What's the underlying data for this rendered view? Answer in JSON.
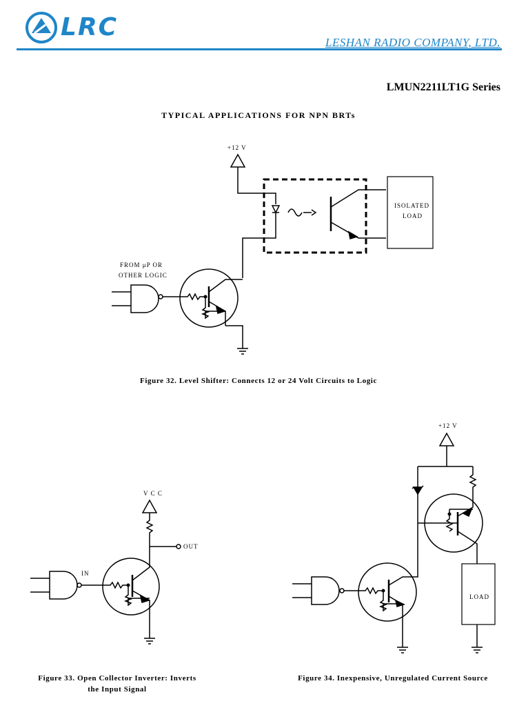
{
  "header": {
    "logo_text": "LRC",
    "company": "LESHAN RADIO COMPANY, LTD.",
    "series": "LMUN2211LT1G Series",
    "brand_color": "#1f86c8"
  },
  "section_title": "TYPICAL APPLICATIONS FOR NPN BRTs",
  "fig32": {
    "supply": "+12 V",
    "input_line1": "FROM μP OR",
    "input_line2": "OTHER LOGIC",
    "load_line1": "ISOLATED",
    "load_line2": "LOAD",
    "caption": "Figure 32. Level Shifter: Connects 12 or 24 Volt Circuits to Logic"
  },
  "fig33": {
    "supply": "V C C",
    "output": "OUT",
    "input": "IN",
    "caption_line1": "Figure 33. Open Collector Inverter: Inverts",
    "caption_line2": "the Input Signal"
  },
  "fig34": {
    "supply": "+12 V",
    "load": "LOAD",
    "caption": "Figure 34. Inexpensive, Unregulated Current Source"
  }
}
